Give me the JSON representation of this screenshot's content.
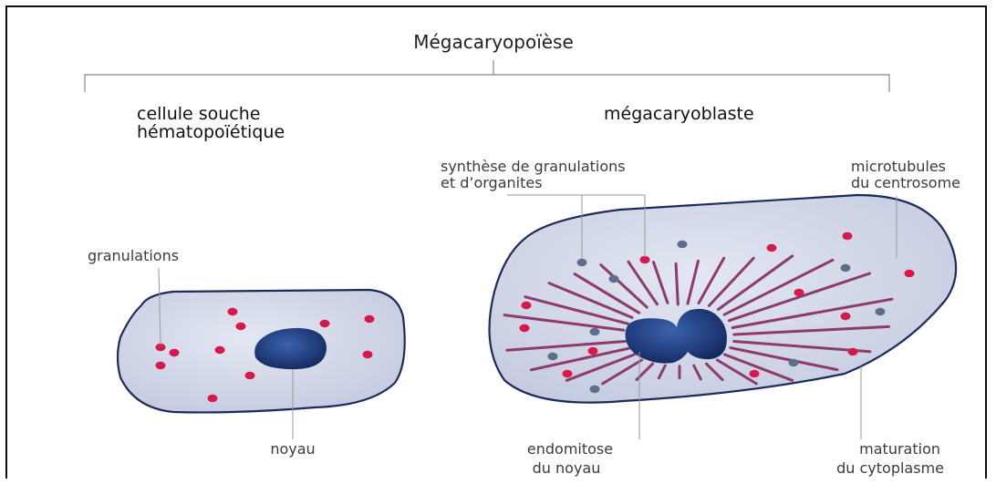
{
  "title": "Mégacaryopoïèse",
  "cell1": {
    "heading_line1": "cellule souche",
    "heading_line2": "hématopoïétique",
    "label_granules": "granulations",
    "label_nucleus": "noyau"
  },
  "cell2": {
    "heading": "mégacaryoblaste",
    "label_synthesis_line1": "synthèse de granulations",
    "label_synthesis_line2": "et d’organites",
    "label_microtubules_line1": "microtubules",
    "label_microtubules_line2": "du centrosome",
    "label_endomitosis_line1": "endomitose",
    "label_endomitosis_line2": "du noyau",
    "label_maturation_line1": "maturation",
    "label_maturation_line2": "du cytoplasme"
  },
  "colors": {
    "cytoplasm": "#c9d0e4",
    "cell_border": "#1e2a5a",
    "nucleus": "#1f3a78",
    "granule_red": "#d8174a",
    "granule_gray": "#5d6e8c",
    "microtubule": "#8e3a6e"
  }
}
